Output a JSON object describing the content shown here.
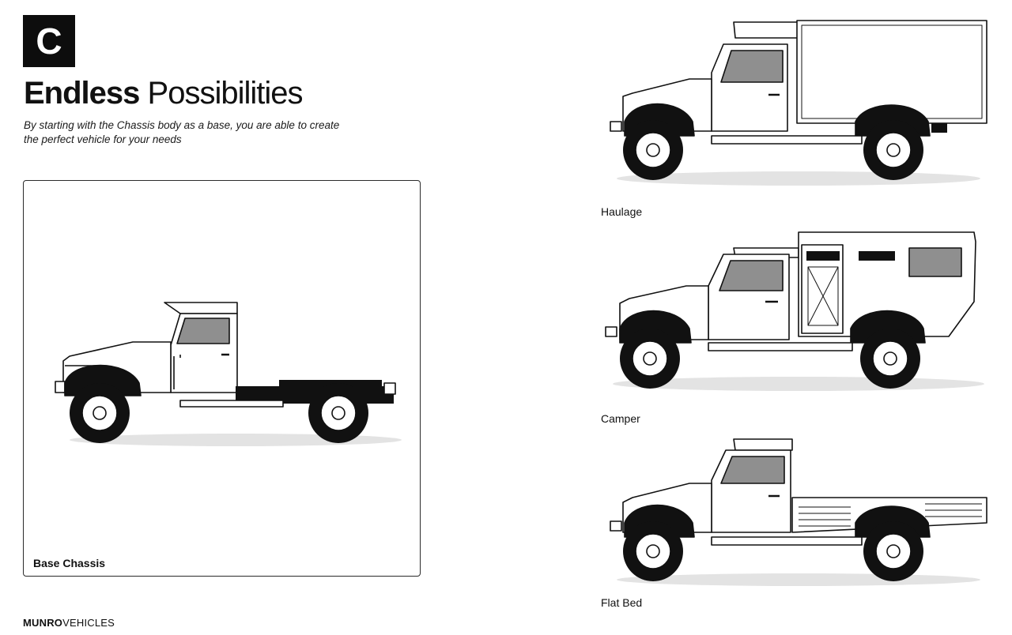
{
  "badge": {
    "letter": "C"
  },
  "headline": {
    "bold": "Endless",
    "light": "Possibilities"
  },
  "intro": "By starting with the Chassis body as a base, you are able to create the perfect vehicle for your needs",
  "base": {
    "label": "Base Chassis"
  },
  "variants": [
    {
      "label": "Haulage",
      "body": "box"
    },
    {
      "label": "Camper",
      "body": "camper"
    },
    {
      "label": "Flat Bed",
      "body": "flatbed"
    }
  ],
  "footer": {
    "brand_bold": "MUNRO",
    "brand_light": "VEHICLES"
  },
  "colors": {
    "ink": "#111111",
    "badge_bg": "#0d0d0d",
    "glass": "#8f8f8f",
    "body_fill": "#ffffff"
  }
}
